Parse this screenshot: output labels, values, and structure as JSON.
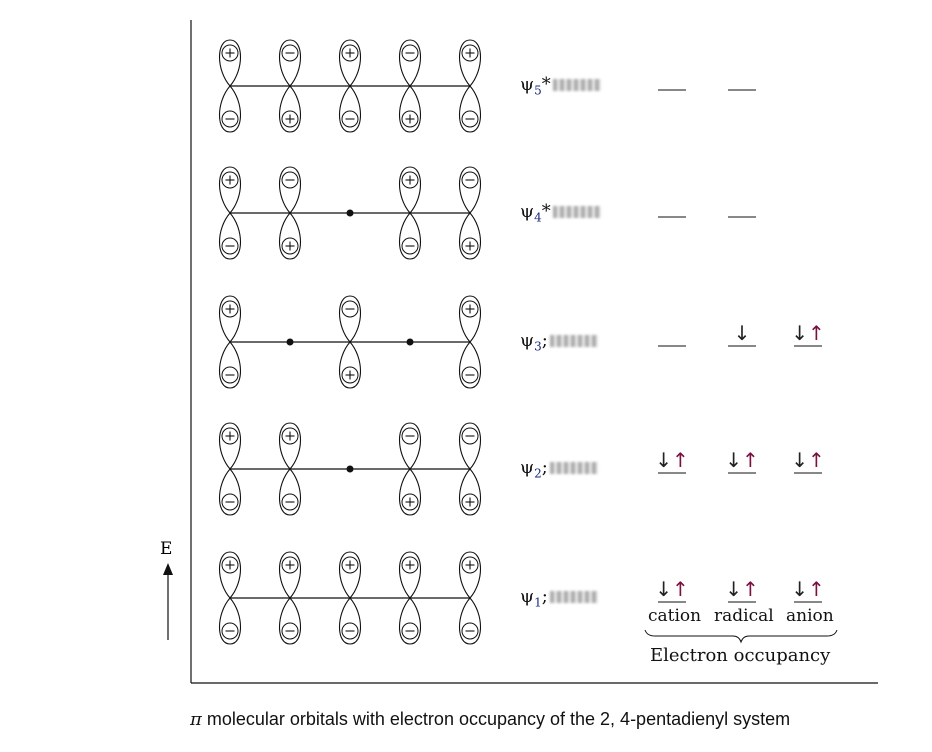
{
  "energy_axis_label": "E",
  "orbitals": [
    {
      "name": "ψ",
      "sub": "5",
      "suffix": "*",
      "signs": [
        "+",
        "-",
        "+",
        "-",
        "+"
      ]
    },
    {
      "name": "ψ",
      "sub": "4",
      "suffix": "*",
      "signs": [
        "+",
        "-",
        "0",
        "+",
        "-"
      ]
    },
    {
      "name": "ψ",
      "sub": "3",
      "suffix": ";",
      "signs": [
        "+",
        "0",
        "-",
        "0",
        "+"
      ]
    },
    {
      "name": "ψ",
      "sub": "2",
      "suffix": ";",
      "signs": [
        "+",
        "+",
        "0",
        "-",
        "-"
      ]
    },
    {
      "name": "ψ",
      "sub": "1",
      "suffix": ";",
      "signs": [
        "+",
        "+",
        "+",
        "+",
        "+"
      ]
    }
  ],
  "occupancy": {
    "columns": [
      "cation",
      "radical",
      "anion"
    ],
    "group_label": "Electron occupancy",
    "levels": [
      [
        "",
        "",
        null
      ],
      [
        "",
        "",
        null
      ],
      [
        "",
        "↓",
        "↓↑"
      ],
      [
        "↓↑",
        "↓↑",
        "↓↑"
      ],
      [
        "↓↑",
        "↓↑",
        "↓↑"
      ]
    ]
  },
  "caption": {
    "symbol": "π",
    "text": " molecular orbitals with electron occupancy of the 2, 4-pentadienyl system"
  },
  "colors": {
    "arrow_down": "#222222",
    "arrow_up": "#7a1040",
    "ink": "#111111"
  }
}
